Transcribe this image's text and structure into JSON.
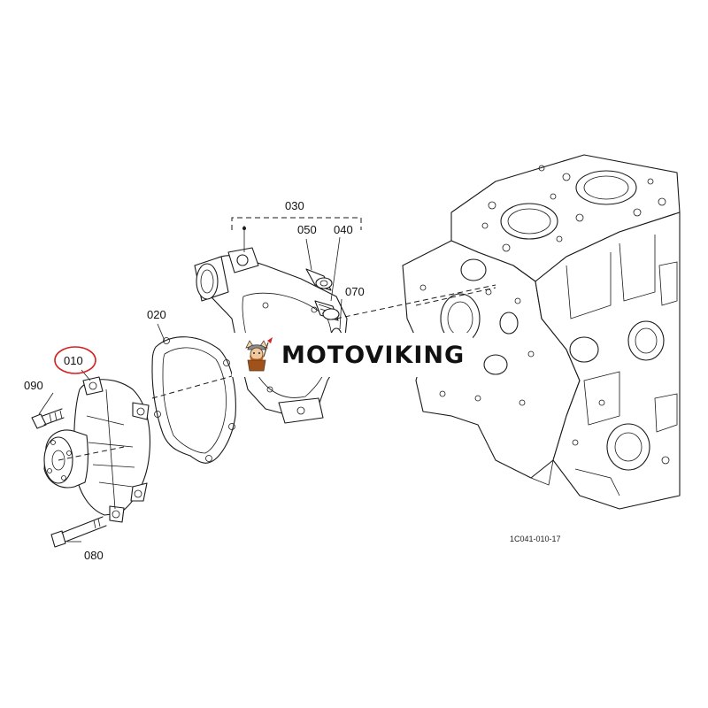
{
  "diagram": {
    "parts": [
      {
        "id": "010",
        "highlighted": true
      },
      {
        "id": "020"
      },
      {
        "id": "030"
      },
      {
        "id": "040"
      },
      {
        "id": "050"
      },
      {
        "id": "070"
      },
      {
        "id": "080"
      },
      {
        "id": "090"
      }
    ],
    "reference_code": "1C041-010-17",
    "highlight_color": "#d62020"
  },
  "watermark": {
    "brand": "MOTOVIKING",
    "icon": "viking-mascot-icon"
  }
}
